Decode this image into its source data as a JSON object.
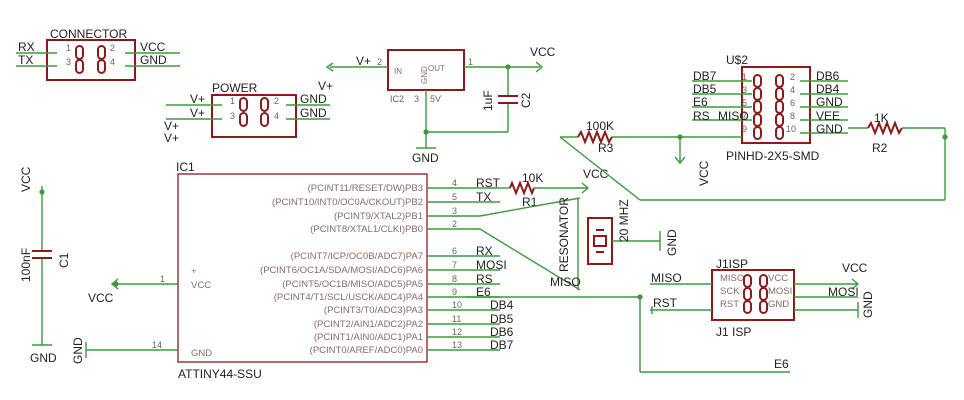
{
  "connector": {
    "title": "CONNECTOR",
    "left_nets": [
      "RX",
      "TX"
    ],
    "right_nets": [
      "VCC",
      "GND"
    ],
    "pins": [
      "1",
      "2",
      "3",
      "4"
    ]
  },
  "power": {
    "title": "POWER",
    "left_nets": [
      "V+",
      "V+"
    ],
    "right_nets": [
      "GND",
      "GND"
    ],
    "extra_labels": [
      "V+",
      "V+"
    ],
    "pins": [
      "1",
      "2",
      "3",
      "4"
    ]
  },
  "regulator": {
    "name": "IC2",
    "value": "5V",
    "in_label": "IN",
    "out_label": "OUT",
    "gnd_label": "GND",
    "in_pin": "2",
    "out_pin": "1",
    "gnd_pin": "3",
    "in_net": "V+",
    "supply_label": "V+",
    "out_net": "VCC",
    "gnd_net": "GND"
  },
  "c2": {
    "name": "C2",
    "value": "1uF"
  },
  "c1": {
    "name": "C1",
    "value": "100nF",
    "top_net": "VCC",
    "bottom_net": "GND"
  },
  "ic1": {
    "name": "IC1",
    "part": "ATTINY44-SSU",
    "vcc_pin_label": "VCC",
    "gnd_pin_label": "GND",
    "vcc_pin": "1",
    "gnd_pin": "14",
    "plus": "+",
    "vcc_net": "VCC",
    "gnd_net": "GND",
    "right_pins": [
      {
        "label": "(PCINT11/RESET/DW)PB3",
        "num": "4",
        "net": "RST"
      },
      {
        "label": "(PCINT10/INT0/OC0A/CKOUT)PB2",
        "num": "5",
        "net": "TX"
      },
      {
        "label": "(PCINT9/XTAL2)PB1",
        "num": "3",
        "net": ""
      },
      {
        "label": "(PCINT8/XTAL1/CLKI)PB0",
        "num": "2",
        "net": ""
      },
      {
        "label": "(PCINT7/ICP/OC0B/ADC7)PA7",
        "num": "6",
        "net": "RX"
      },
      {
        "label": "(PCINT6/OC1A/SDA/MOSI/ADC6)PA6",
        "num": "7",
        "net": "MOSI"
      },
      {
        "label": "(PCINT5/OC1B/MISO/ADC5)PA5",
        "num": "8",
        "net": "RS"
      },
      {
        "label": "(PCINT4/T1/SCL/USCK/ADC4)PA4",
        "num": "9",
        "net": "E6"
      },
      {
        "label": "(PCINT3/T0/ADC3)PA3",
        "num": "10",
        "net": "DB4"
      },
      {
        "label": "(PCINT2/AIN1/ADC2)PA2",
        "num": "11",
        "net": "DB5"
      },
      {
        "label": "(PCINT1/AIN0/ADC1)PA1",
        "num": "12",
        "net": "DB6"
      },
      {
        "label": "(PCINT0/AREF/ADC0)PA0",
        "num": "13",
        "net": "DB7"
      }
    ],
    "miso_net": "MISO"
  },
  "r1": {
    "name": "R1",
    "value": "10K",
    "net": "VCC"
  },
  "resonator": {
    "name": "RESONATOR",
    "value": "20 MHZ",
    "gnd_net": "GND"
  },
  "lcd": {
    "name": "U$2",
    "part": "PINHD-2X5-SMD",
    "left_nets": [
      "DB7",
      "DB5",
      "E6",
      "RS",
      "MISO"
    ],
    "right_nets": [
      "DB6",
      "DB4",
      "GND",
      "VEE",
      "GND"
    ],
    "left_pins": [
      "1",
      "3",
      "5",
      "7",
      "9"
    ],
    "right_pins": [
      "2",
      "4",
      "6",
      "8",
      "10"
    ]
  },
  "r3": {
    "name": "R3",
    "value": "100K",
    "net": "VCC"
  },
  "r2": {
    "name": "R2",
    "value": "1K"
  },
  "isp": {
    "header": "J1ISP",
    "name": "J1 ISP",
    "left_pins": [
      "MISO",
      "SCK",
      "RST"
    ],
    "right_pins": [
      "VCC",
      "MOSI",
      "GND"
    ],
    "left_nets": [
      "MISO",
      "RST"
    ],
    "right_nets": [
      "VCC",
      "MOSI",
      "GND"
    ],
    "bottom_net": "E6"
  }
}
